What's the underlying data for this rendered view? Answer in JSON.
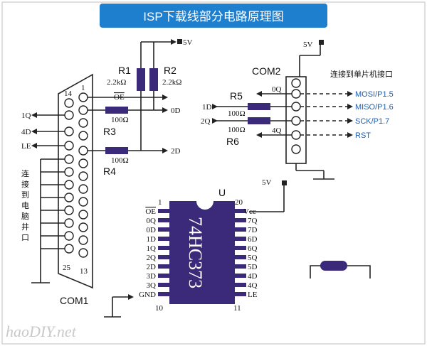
{
  "title": "ISP下载线部分电路原理图",
  "power": {
    "top_5v": "5V",
    "com2_5v": "5V",
    "ic_5v": "5V"
  },
  "com1": {
    "name": "COM1",
    "pin1": "1",
    "pin14": "14",
    "pin25": "25",
    "pin13": "13",
    "left_labels": [
      "1Q",
      "4D",
      "LE"
    ],
    "note_chars": [
      "连",
      "接",
      "到",
      "电",
      "脑",
      "井",
      "口"
    ]
  },
  "signals": {
    "oe": "OE",
    "od": "0D",
    "d2": "2D"
  },
  "resistors": {
    "r1": {
      "name": "R1",
      "value": "2.2kΩ"
    },
    "r2": {
      "name": "R2",
      "value": "2.2kΩ"
    },
    "r3": {
      "name": "R3",
      "value": "100Ω"
    },
    "r4": {
      "name": "R4",
      "value": "100Ω"
    },
    "r5": {
      "name": "R5",
      "value": "100Ω"
    },
    "r6": {
      "name": "R6",
      "value": "100Ω"
    }
  },
  "com2": {
    "name": "COM2",
    "note": "连接到单片机接口",
    "signals": [
      "0Q",
      "4Q"
    ],
    "inputs": [
      "1D",
      "2Q"
    ]
  },
  "mcu_pins": [
    "MOSI/P1.5",
    "MISO/P1.6",
    "SCK/P1.7",
    "RST"
  ],
  "ic": {
    "ref": "U",
    "part": "74HC373",
    "pin_first_left": "1",
    "pin_first_right": "20",
    "pin_last_left": "10",
    "pin_last_right": "11",
    "left_pins": [
      "OE",
      "0Q",
      "0D",
      "1D",
      "1Q",
      "2Q",
      "2D",
      "3D",
      "3Q",
      "GND"
    ],
    "right_pins": [
      "Vcc",
      "7Q",
      "7D",
      "6D",
      "6Q",
      "5Q",
      "5D",
      "4D",
      "4Q",
      "LE"
    ]
  },
  "watermark": "haoDIY.net"
}
